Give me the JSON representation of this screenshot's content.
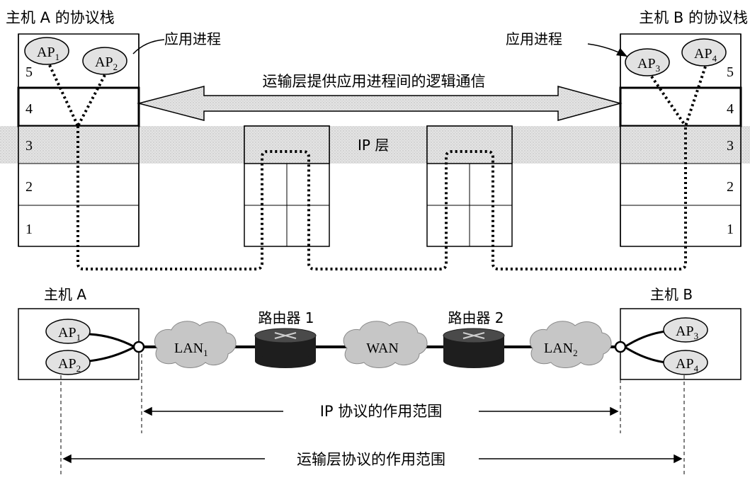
{
  "host_a_stack_title": "主机 A 的协议栈",
  "host_b_stack_title": "主机 B 的协议栈",
  "app_process_label": "应用进程",
  "transport_arrow_label": "运输层提供应用进程间的逻辑通信",
  "ip_layer_label": "IP 层",
  "layer_numbers": [
    "5",
    "4",
    "3",
    "2",
    "1"
  ],
  "apps": {
    "ap1": {
      "base": "AP",
      "sub": "1"
    },
    "ap2": {
      "base": "AP",
      "sub": "2"
    },
    "ap3": {
      "base": "AP",
      "sub": "3"
    },
    "ap4": {
      "base": "AP",
      "sub": "4"
    }
  },
  "host_a_label": "主机 A",
  "host_b_label": "主机 B",
  "router1_label": "路由器 1",
  "router2_label": "路由器 2",
  "lan1": {
    "base": "LAN",
    "sub": "1"
  },
  "wan_label": "WAN",
  "lan2": {
    "base": "LAN",
    "sub": "2"
  },
  "ip_scope_label": "IP 协议的作用范围",
  "transport_scope_label": "运输层协议的作用范围",
  "colors": {
    "shade": "#d9d9d9",
    "arrow_fill": "#e6e6e6",
    "cloud_fill": "#c8c8c8",
    "router_fill": "#2a2a2a",
    "line": "#000000"
  }
}
